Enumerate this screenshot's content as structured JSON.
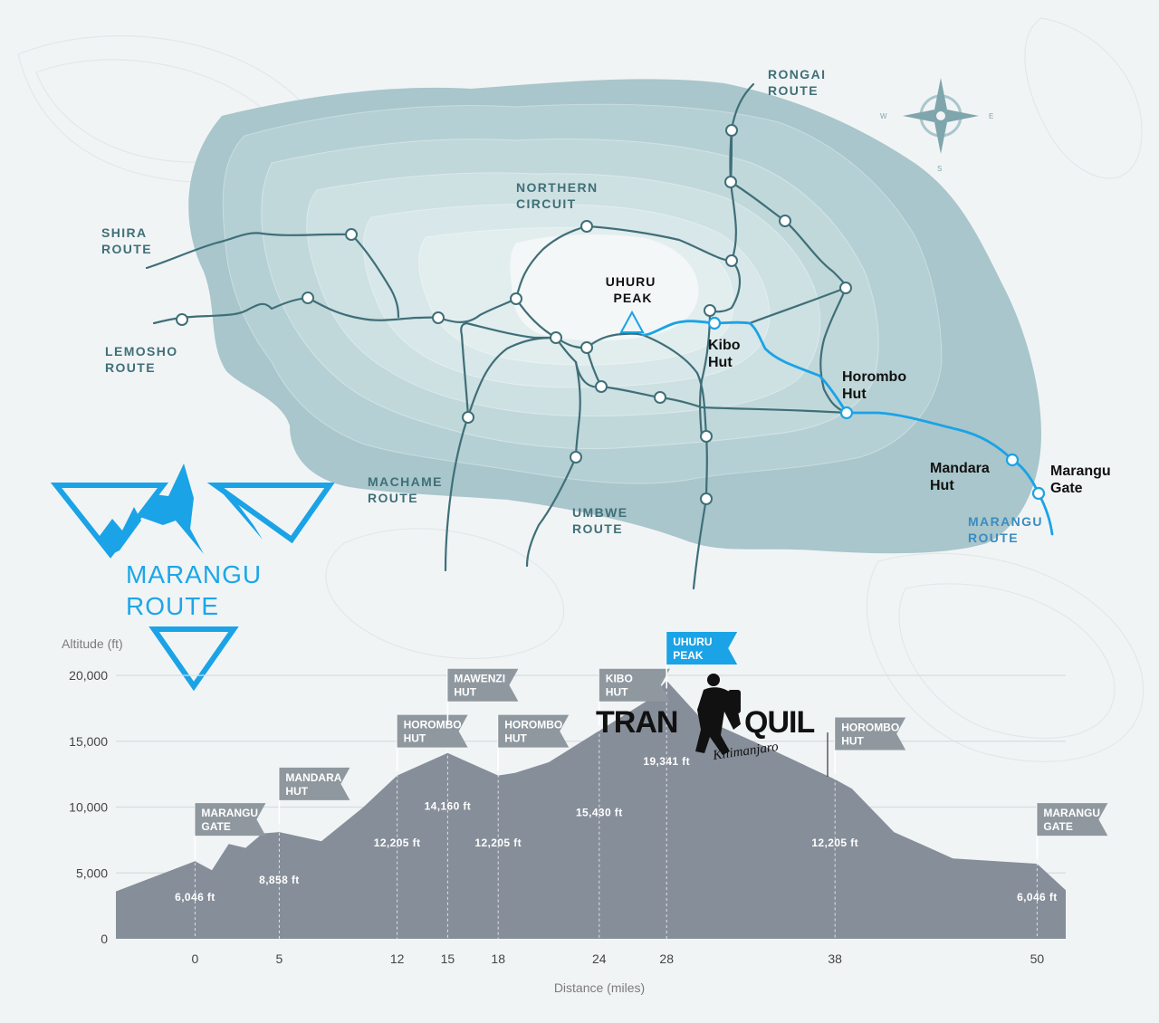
{
  "map": {
    "route_labels": [
      {
        "id": "rongai",
        "lines": [
          "RONGAI",
          "ROUTE"
        ]
      },
      {
        "id": "northern",
        "lines": [
          "NORTHERN",
          "CIRCUIT"
        ]
      },
      {
        "id": "shira",
        "lines": [
          "SHIRA",
          "ROUTE"
        ]
      },
      {
        "id": "lemosho",
        "lines": [
          "LEMOSHO",
          "ROUTE"
        ]
      },
      {
        "id": "machame",
        "lines": [
          "MACHAME",
          "ROUTE"
        ]
      },
      {
        "id": "umbwe",
        "lines": [
          "UMBWE",
          "ROUTE"
        ]
      },
      {
        "id": "marangu",
        "lines": [
          "MARANGU",
          "ROUTE"
        ]
      }
    ],
    "peak_label": [
      "UHURU",
      "PEAK"
    ],
    "huts": [
      {
        "id": "kibo",
        "lines": [
          "Kibo",
          "Hut"
        ]
      },
      {
        "id": "horombo",
        "lines": [
          "Horombo",
          "Hut"
        ]
      },
      {
        "id": "mandara",
        "lines": [
          "Mandara",
          "Hut"
        ]
      },
      {
        "id": "marangu-gate",
        "lines": [
          "Marangu",
          "Gate"
        ]
      }
    ],
    "compass": {
      "west": "W",
      "east": "E",
      "south": "S"
    },
    "highlight_color": "#1aa3e6",
    "trail_color": "#3f6f78",
    "mountain_color": "#a9c7cc"
  },
  "title": {
    "lines": [
      "MARANGU",
      "ROUTE"
    ]
  },
  "logo": {
    "word_left": "TRAN",
    "word_right": "QUIL",
    "sub": "Kilimanjaro"
  },
  "chart_data": {
    "type": "area",
    "ylabel": "Altitude (ft)",
    "xlabel": "Distance (miles)",
    "ylim": [
      0,
      20000
    ],
    "yticks": [
      0,
      5000,
      10000,
      15000,
      20000
    ],
    "ytick_labels": [
      "0",
      "5,000",
      "10,000",
      "15,000",
      "20,000"
    ],
    "xticks": [
      0,
      5,
      12,
      15,
      18,
      24,
      28,
      38,
      50
    ],
    "xlim": [
      -4.7,
      51.7
    ],
    "profile": [
      {
        "x": -4.7,
        "y": 3600
      },
      {
        "x": 0,
        "y": 5900
      },
      {
        "x": 1,
        "y": 5200
      },
      {
        "x": 2,
        "y": 7200
      },
      {
        "x": 3,
        "y": 6900
      },
      {
        "x": 4,
        "y": 8000
      },
      {
        "x": 5,
        "y": 8100
      },
      {
        "x": 7.5,
        "y": 7400
      },
      {
        "x": 10,
        "y": 10000
      },
      {
        "x": 12,
        "y": 12400
      },
      {
        "x": 15,
        "y": 14100
      },
      {
        "x": 18,
        "y": 12400
      },
      {
        "x": 19,
        "y": 12600
      },
      {
        "x": 21,
        "y": 13400
      },
      {
        "x": 24,
        "y": 15800
      },
      {
        "x": 27,
        "y": 18200
      },
      {
        "x": 28,
        "y": 19600
      },
      {
        "x": 30,
        "y": 16800
      },
      {
        "x": 34,
        "y": 14500
      },
      {
        "x": 38,
        "y": 12100
      },
      {
        "x": 39,
        "y": 11400
      },
      {
        "x": 41.5,
        "y": 8100
      },
      {
        "x": 45,
        "y": 6100
      },
      {
        "x": 50,
        "y": 5700
      },
      {
        "x": 51.7,
        "y": 3700
      }
    ],
    "waypoints": [
      {
        "x": 0,
        "flag": [
          "MARANGU",
          "GATE"
        ],
        "flag_y": 10300,
        "altitude": "6,046 ft",
        "label_y": 2900
      },
      {
        "x": 5,
        "flag": [
          "MANDARA",
          "HUT"
        ],
        "flag_y": 13000,
        "altitude": "8,858 ft",
        "label_y": 4200
      },
      {
        "x": 12,
        "flag": [
          "HOROMBO",
          "HUT"
        ],
        "flag_y": 17000,
        "altitude": "12,205 ft",
        "label_y": 7000
      },
      {
        "x": 15,
        "flag": [
          "MAWENZI",
          "HUT"
        ],
        "flag_y": 20500,
        "altitude": "14,160 ft",
        "label_y": 9800
      },
      {
        "x": 18,
        "flag": [
          "HOROMBO",
          "HUT"
        ],
        "flag_y": 17000,
        "altitude": "12,205 ft",
        "label_y": 7000
      },
      {
        "x": 24,
        "flag": [
          "KIBO",
          "HUT"
        ],
        "flag_y": 20500,
        "altitude": "15,430 ft",
        "label_y": 9300
      },
      {
        "x": 28,
        "flag": [
          "UHURU",
          "PEAK"
        ],
        "flag_y": 23300,
        "altitude": "19,341 ft",
        "label_y": 13200,
        "highlight": true
      },
      {
        "x": 38,
        "flag": [
          "HOROMBO",
          "HUT"
        ],
        "flag_y": 16800,
        "altitude": "12,205 ft",
        "label_y": 7000
      },
      {
        "x": 50,
        "flag": [
          "MARANGU",
          "GATE"
        ],
        "flag_y": 10300,
        "altitude": "6,046 ft",
        "label_y": 2900
      }
    ],
    "fill_color": "#868e99",
    "flag_color": "#8f989f",
    "highlight_color": "#1aa3e6"
  }
}
